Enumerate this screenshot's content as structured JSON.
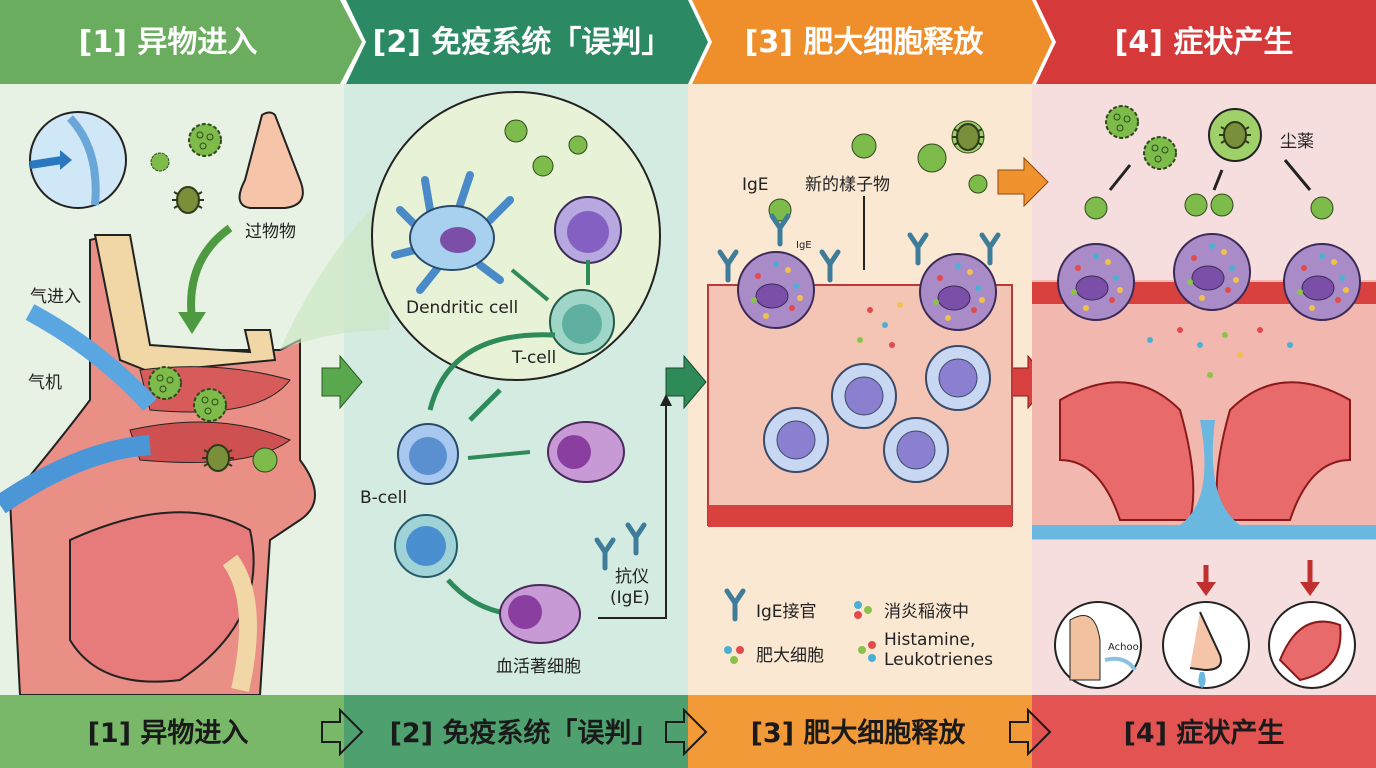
{
  "steps": [
    {
      "title": "[1] 异物进入",
      "color": "#6aad5e",
      "bg": "#e7f2e4",
      "footer_color": "#78b868"
    },
    {
      "title": "[2] 免疫系统「误判」",
      "color": "#2b8a63",
      "bg": "#d4ebe1",
      "footer_color": "#4fa06f"
    },
    {
      "title": "[3] 肥大细胞释放",
      "color": "#ef8f2c",
      "bg": "#fbe8d3",
      "footer_color": "#f39a38"
    },
    {
      "title": "[4] 症状产生",
      "color": "#d6393a",
      "bg": "#f6dede",
      "footer_color": "#e35352"
    }
  ],
  "panel1": {
    "allergen_label": "过物物",
    "air_in_label": "气进入",
    "airway_label": "气机"
  },
  "panel2": {
    "dendritic_label": "Dendritic cell",
    "tcell_label": "T-cell",
    "bcell_label": "B-cell",
    "antibody_label": "抗仪",
    "antibody_sub": "(IgE)",
    "plasma_label": "血活著细胞"
  },
  "panel3": {
    "ige_label": "IgE",
    "ige_small": "IgE",
    "allergen_label": "新的樣子物",
    "legend": [
      {
        "label": "IgE接官"
      },
      {
        "label": "消炎稲液中"
      },
      {
        "label": "肥大细胞"
      },
      {
        "label": "Histamine,"
      },
      {
        "label": "Leukotrienes"
      }
    ]
  },
  "panel4": {
    "dust_label": "尘薬",
    "sneeze_label": "Achoo!"
  }
}
